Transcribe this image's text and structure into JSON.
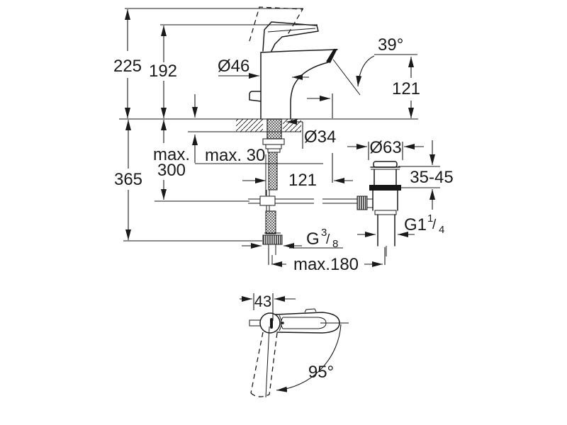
{
  "meta": {
    "background": "#ffffff",
    "line_color": "#1a1a1a"
  },
  "side_view": {
    "total_height": "225",
    "spout_top_height": "192",
    "base_diameter": "Ø46",
    "aerator_angle": "39°",
    "aerator_height": "121",
    "hose_length_line1": "max.",
    "hose_length_line2": "300",
    "deck_thickness": "max. 30",
    "shank_diameter": "Ø34",
    "spout_reach": "121",
    "center_distance": "max.180",
    "supply_connection": {
      "base": "G",
      "sup": "3",
      "slash": "/",
      "sub": "8"
    },
    "waste": {
      "flange_diameter": "Ø63",
      "mounting_depth": "35-45",
      "drain_connection": {
        "base": "G1",
        "sup": "1",
        "slash": "/",
        "sub": "4"
      }
    }
  },
  "top_view": {
    "handle_width": "43",
    "swivel_angle": "95°"
  }
}
